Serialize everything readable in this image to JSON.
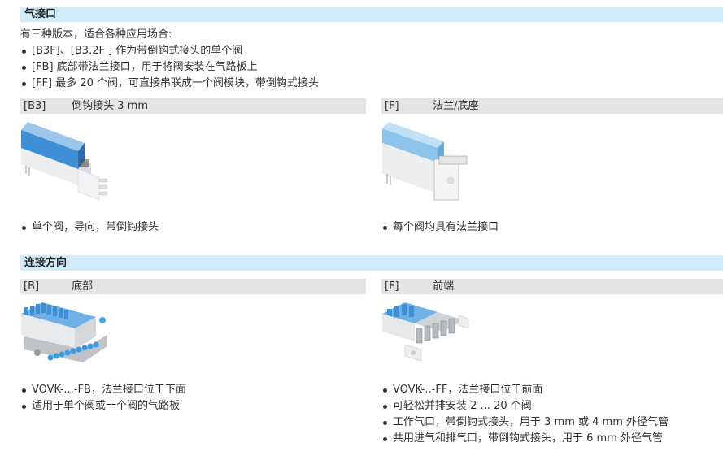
{
  "sections": [
    {
      "title": "气接口",
      "intro": "有三种版本，适合各种应用场合:",
      "intro_bullets": [
        "[B3F]、[B3.2F ] 作为带倒钩式接头的单个阀",
        "[FB] 底部带法兰接口，用于将阀安装在气路板上",
        "[FF] 最多 20 个阀，可直接串联成一个阀模块，带倒钩式接头"
      ],
      "variants": [
        {
          "code": "[B3]",
          "label": "倒钩接头 3 mm",
          "image": "single-valve-barbed-fitting",
          "bullets": [
            "单个阀，导向，带倒钩接头"
          ]
        },
        {
          "code": "[F]",
          "label": "法兰/底座",
          "image": "single-valve-flange",
          "bullets": [
            "每个阀均具有法兰接口"
          ]
        }
      ]
    },
    {
      "title": "连接方向",
      "variants": [
        {
          "code": "[B]",
          "label": "底部",
          "image": "valve-manifold-bottom",
          "bullets": [
            "VOVK-...-FB，法兰接口位于下面",
            "适用于单个阀或十个阀的气路板"
          ]
        },
        {
          "code": "[F]",
          "label": "前端",
          "image": "valve-manifold-front",
          "bullets": [
            "VOVK-..-FF，法兰接口位于前面",
            "可轻松并排安装 2 ... 20 个阀",
            "工作气口，带倒钩式接头，用于 3 mm 或 4 mm 外径气管",
            "共用进气和排气口，带倒钩式接头，用于 6 mm 外径气管"
          ]
        }
      ]
    }
  ],
  "colors": {
    "section_header_bg": "#d2ebf8",
    "subheader_bg": "#e3e4e6",
    "valve_blue": "#3f8fd6",
    "valve_gray": "#e6e7e9"
  }
}
